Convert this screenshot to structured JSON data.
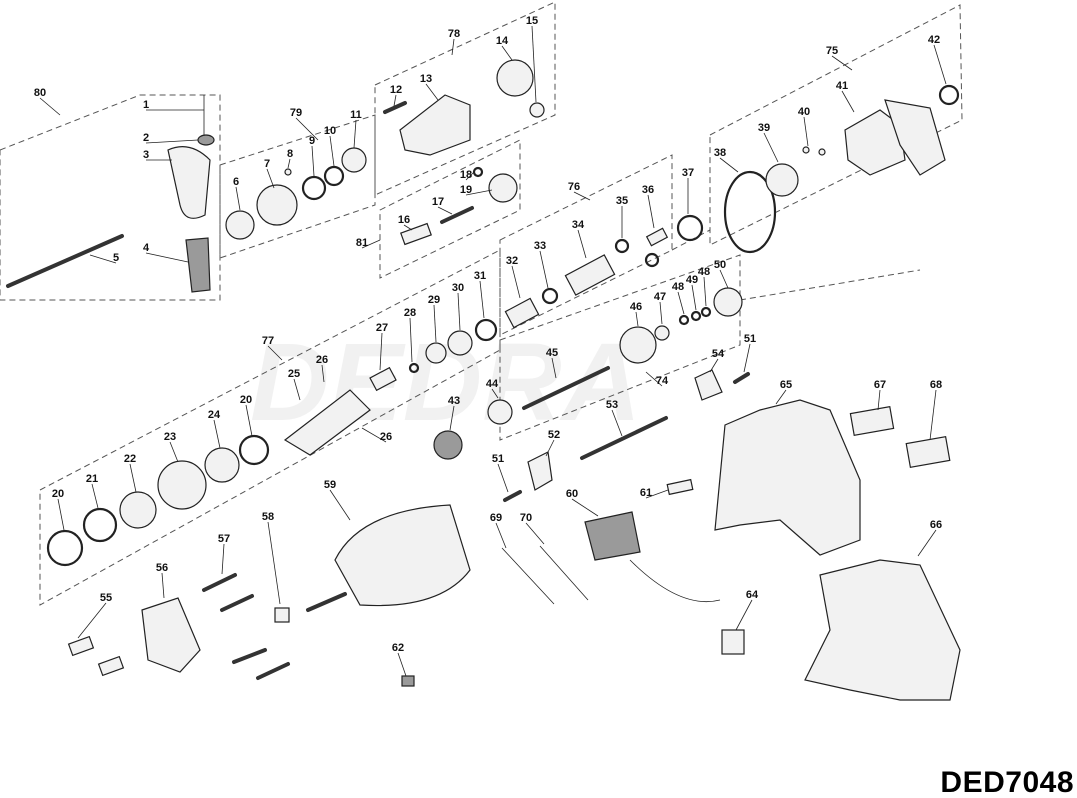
{
  "diagram": {
    "model_code": "DED7048",
    "watermark_text": "DEDRA",
    "group_labels": [
      "75",
      "76",
      "77",
      "78",
      "79",
      "80",
      "81"
    ],
    "part_numbers": [
      "1",
      "2",
      "3",
      "4",
      "5",
      "6",
      "7",
      "8",
      "9",
      "10",
      "11",
      "12",
      "13",
      "14",
      "15",
      "16",
      "17",
      "18",
      "19",
      "20",
      "21",
      "22",
      "23",
      "24",
      "25",
      "26",
      "27",
      "28",
      "29",
      "30",
      "31",
      "32",
      "33",
      "34",
      "35",
      "36",
      "37",
      "38",
      "39",
      "40",
      "41",
      "42",
      "43",
      "44",
      "45",
      "46",
      "47",
      "48",
      "49",
      "50",
      "51",
      "52",
      "53",
      "54",
      "55",
      "56",
      "57",
      "58",
      "59",
      "60",
      "61",
      "62",
      "64",
      "65",
      "66",
      "67",
      "68",
      "69",
      "70",
      "74"
    ]
  }
}
